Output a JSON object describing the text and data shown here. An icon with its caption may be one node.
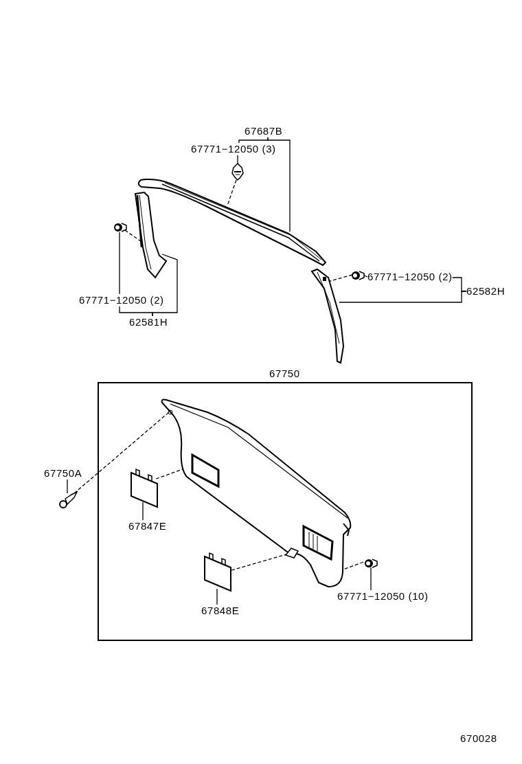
{
  "diagram": {
    "nodes": [
      {
        "text": [
          "67687B"
        ]
      },
      {
        "text": [
          "67771−12050 (3)"
        ]
      },
      {
        "text": [],
        "shape": "picture"
      },
      {
        "text": [],
        "shape": "picture"
      },
      {
        "text": [
          "67771−12050 (2)"
        ]
      },
      {
        "text": [],
        "shape": "picture"
      },
      {
        "text": [],
        "shape": "picture"
      },
      {
        "text": [
          "62581H"
        ]
      },
      {
        "text": [
          "67771−12050 (2)"
        ]
      },
      {
        "text": [],
        "shape": "picture"
      },
      {
        "text": [],
        "shape": "picture"
      },
      {
        "text": [
          "62582H"
        ]
      },
      {
        "text": [
          "67750"
        ]
      },
      {
        "text": [],
        "shape": "picture",
        "in": 12
      },
      {
        "text": [
          "67750A"
        ]
      },
      {
        "text": [],
        "shape": "picture"
      },
      {
        "text": [],
        "shape": "picture",
        "in": 12
      },
      {
        "text": [
          "67847E"
        ],
        "in": 12
      },
      {
        "text": [],
        "shape": "picture",
        "in": 12
      },
      {
        "text": [
          "67848E"
        ],
        "in": 12
      },
      {
        "text": [],
        "shape": "picture",
        "in": 12
      },
      {
        "text": [
          "67771−12050 (10)"
        ],
        "in": 12
      }
    ],
    "edges": [
      {
        "from": 0,
        "to": 3,
        "arrow": "none"
      },
      {
        "from": 0,
        "to": 1,
        "arrow": "none"
      },
      {
        "from": 1,
        "to": 2,
        "arrow": "none"
      },
      {
        "from": 2,
        "to": 3,
        "arrow": "none",
        "style": "dashed"
      },
      {
        "from": 4,
        "to": 5,
        "arrow": "none"
      },
      {
        "from": 7,
        "to": 6,
        "arrow": "none"
      },
      {
        "from": 7,
        "to": 4,
        "arrow": "none"
      },
      {
        "from": 5,
        "to": 6,
        "arrow": "none",
        "style": "dashed"
      },
      {
        "from": 8,
        "to": 9,
        "arrow": "none"
      },
      {
        "from": 9,
        "to": 10,
        "arrow": "none",
        "style": "dashed"
      },
      {
        "from": 11,
        "to": 10,
        "arrow": "none"
      },
      {
        "from": 11,
        "to": 8,
        "arrow": "none"
      },
      {
        "from": 14,
        "to": 15,
        "arrow": "none"
      },
      {
        "from": 15,
        "to": 13,
        "arrow": "none",
        "style": "dashed"
      },
      {
        "from": 16,
        "to": 13,
        "arrow": "none",
        "style": "dashed"
      },
      {
        "from": 17,
        "to": 16,
        "arrow": "none"
      },
      {
        "from": 18,
        "to": 13,
        "arrow": "none",
        "style": "dashed"
      },
      {
        "from": 19,
        "to": 18,
        "arrow": "none"
      },
      {
        "from": 20,
        "to": 13,
        "arrow": "none",
        "style": "dashed"
      },
      {
        "from": 21,
        "to": 20,
        "arrow": "none"
      }
    ],
    "labels": [
      "670028"
    ]
  }
}
